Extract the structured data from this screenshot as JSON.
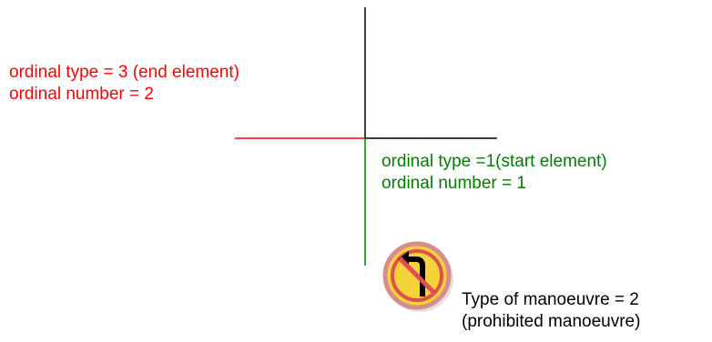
{
  "end_element": {
    "type_text": "ordinal type = 3 (end element)",
    "number_text": "ordinal number = 2",
    "color": "#ff0000"
  },
  "start_element": {
    "type_text": "ordinal type =1(start element)",
    "number_text": "ordinal number = 1",
    "color": "#008000"
  },
  "manoeuvre": {
    "type_text": "Type of manoeuvre = 2",
    "description_text": "(prohibited manoeuvre)",
    "sign_icon": "no-left-turn-sign-icon"
  },
  "colors": {
    "other_road": "#000000",
    "sign_fill": "#f5d33a",
    "sign_ring": "#d96b6b",
    "sign_slash": "#e05050"
  }
}
